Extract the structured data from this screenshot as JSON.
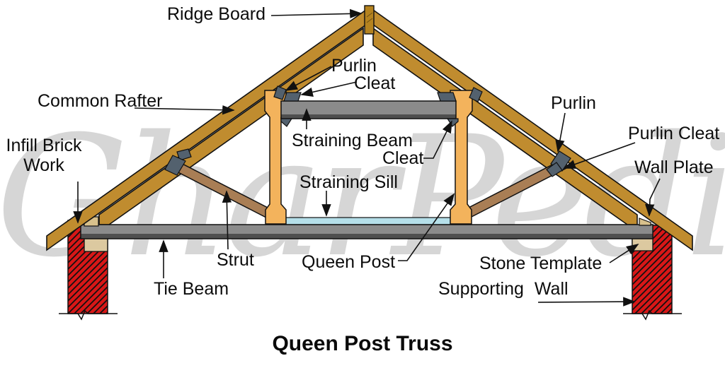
{
  "title": "Queen Post Truss",
  "watermark": "GharPedia",
  "colors": {
    "rafter": "#C08C2F",
    "ridge_board": "#B5831F",
    "queen_post": "#F3B35C",
    "strut": "#A97E55",
    "beam_gray": "#8B8B8B",
    "beam_dark": "#4F4F4F",
    "sill_blue": "#B5DFE9",
    "wall_red": "#D81717",
    "stone_tan": "#DCC9A0",
    "plate_tan": "#D8C18C",
    "hardware_dark": "#53616E",
    "watermark_gray": "#D6D6D6",
    "line": "#111111"
  },
  "labels": {
    "ridge_board": "Ridge Board",
    "purlin_top": "Purlin",
    "cleat_top": "Cleat",
    "common_rafter": "Common Rafter",
    "infill_brick_work": {
      "line1": "Infill Brick",
      "line2": "Work"
    },
    "straining_beam": "Straining Beam",
    "cleat_right": "Cleat",
    "straining_sill": "Straining Sill",
    "purlin_right": "Purlin",
    "purlin_cleat": "Purlin Cleat",
    "wall_plate": "Wall Plate",
    "strut": "Strut",
    "queen_post": "Queen Post",
    "stone_template": "Stone Template",
    "supporting_wall": "Supporting Wall",
    "tie_beam": "Tie Beam"
  }
}
